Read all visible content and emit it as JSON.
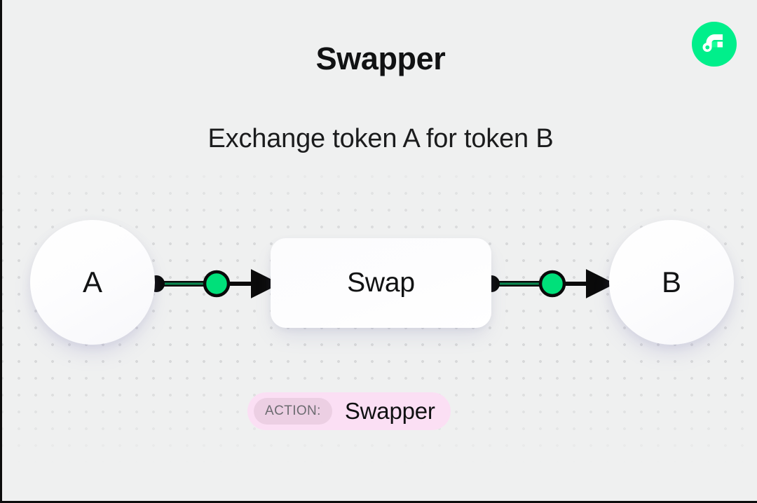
{
  "header": {
    "title": "Swapper",
    "subtitle": "Exchange token A for token B",
    "logo_icon": "flow-logo-icon"
  },
  "graph": {
    "nodes": [
      {
        "id": "token-a",
        "label": "A",
        "shape": "circle"
      },
      {
        "id": "swap",
        "label": "Swap",
        "shape": "rounded-rect"
      },
      {
        "id": "token-b",
        "label": "B",
        "shape": "circle"
      }
    ],
    "edges": [
      {
        "from": "token-a",
        "to": "swap",
        "marker": "arrow",
        "midpoint_dot": true
      },
      {
        "from": "swap",
        "to": "token-b",
        "marker": "arrow",
        "midpoint_dot": true
      }
    ]
  },
  "action_badge": {
    "chip_label": "ACTION:",
    "value": "Swapper"
  },
  "colors": {
    "background": "#eff0f0",
    "accent_green": "#00e07a",
    "flow_green": "#00ef8b",
    "badge_pink": "#fbdff4",
    "chip_pink": "#eccfe3",
    "edge_black": "#0a0a0a",
    "dot_grid": "#d8d9da",
    "text_dark": "#111213",
    "chip_text": "#6c6b70"
  }
}
